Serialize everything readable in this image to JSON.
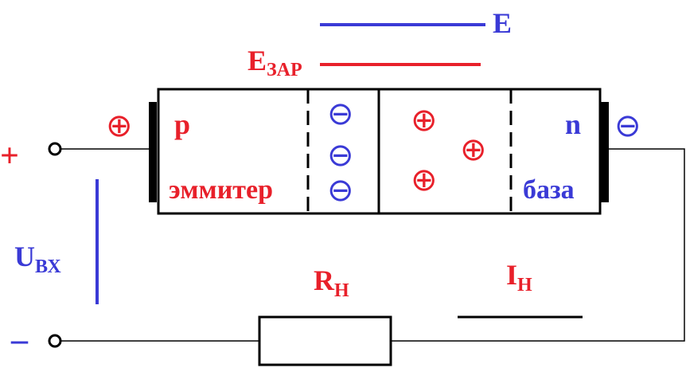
{
  "colors": {
    "red": "#e8202a",
    "blue": "#3a3ad6",
    "black": "#000000"
  },
  "labels": {
    "field_main": "E",
    "field_zar_main": "E",
    "field_zar_sub": "ЗАР",
    "region_p": "p",
    "region_n": "n",
    "emitter": "эммитер",
    "base": "база",
    "terminal_plus": "+",
    "terminal_minus": "–",
    "u_main": "U",
    "u_sub": "ВХ",
    "r_main": "R",
    "r_sub": "Н",
    "i_main": "I",
    "i_sub": "Н"
  },
  "symbols": {
    "plus_circle": "⊕",
    "minus_circle": "⊖"
  }
}
